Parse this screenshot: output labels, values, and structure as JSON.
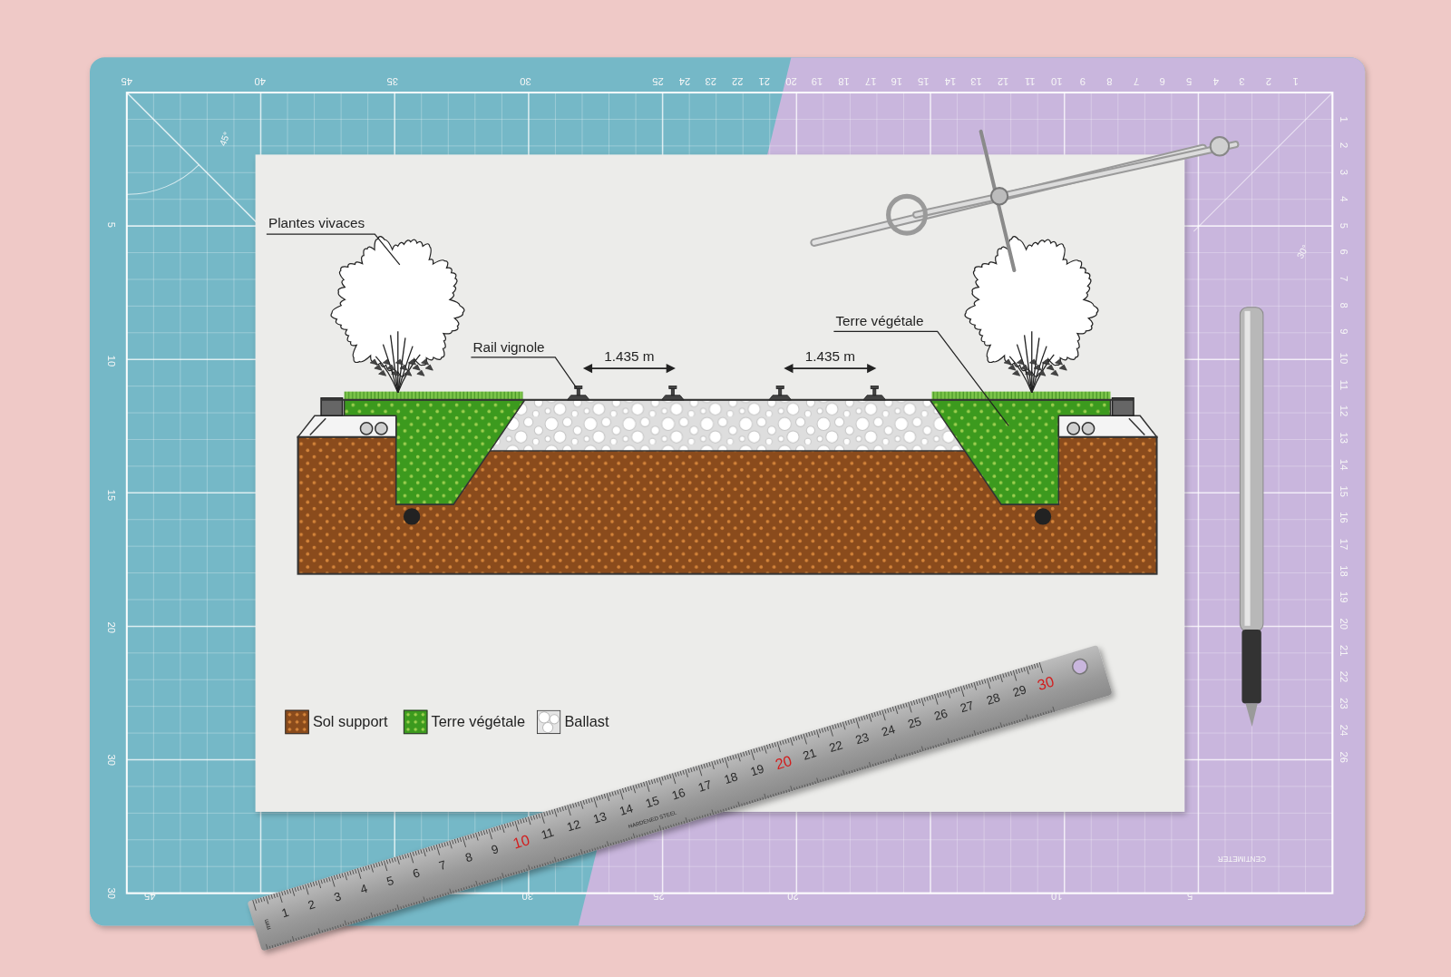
{
  "diagram": {
    "labels": [
      "Plantes vivaces",
      "Rail vignole",
      "1.435 m",
      "1.435 m",
      "Terre végétale",
      "45",
      "40",
      "35",
      "30",
      "25",
      "24",
      "23",
      "22",
      "21",
      "20",
      "19",
      "18",
      "17",
      "16",
      "15",
      "14",
      "13",
      "12",
      "11",
      "10",
      "9",
      "8",
      "7",
      "6",
      "5",
      "4",
      "3",
      "2",
      "1",
      "5",
      "10",
      "15",
      "20",
      "30",
      "30",
      "45",
      "30",
      "25",
      "20",
      "10",
      "5",
      "1",
      "2",
      "3",
      "4",
      "5",
      "6",
      "7",
      "8",
      "9",
      "10",
      "11",
      "12",
      "13",
      "14",
      "15",
      "16",
      "17",
      "18",
      "19",
      "20",
      "21",
      "22",
      "23",
      "24",
      "26",
      "CENTIMETER",
      "45°",
      "30°",
      "1",
      "2",
      "3",
      "4",
      "5",
      "6",
      "7",
      "8",
      "9",
      "10",
      "11",
      "12",
      "13",
      "14",
      "15",
      "16",
      "17",
      "18",
      "19",
      "20",
      "21",
      "22",
      "23",
      "24",
      "25",
      "26",
      "27",
      "28",
      "29",
      "30",
      "mm",
      "HARDENED STEEL"
    ],
    "legend": [
      {
        "text": "Sol support",
        "color": "#8a4b1c"
      },
      {
        "text": "Terre végétale",
        "color": "#3c9a1e"
      },
      {
        "text": "Ballast"
      }
    ]
  }
}
